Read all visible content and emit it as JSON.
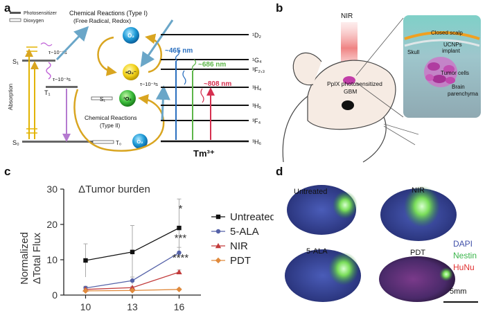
{
  "panels": {
    "a": "a",
    "b": "b",
    "c": "c",
    "d": "d"
  },
  "panel_a": {
    "legend_photosensitizer": "Photosensitizer",
    "legend_dioxygen": "Dioxygen",
    "type1_title": "Chemical Reactions (Type I)",
    "type1_sub": "(Free Radical, Redox)",
    "type2_title": "Chemical Reactions",
    "type2_sub": "(Type II)",
    "absorption": "Absorption",
    "S1": "S₁",
    "T1": "T₁",
    "S0": "S₀",
    "T0": "T₀",
    "S1b": "S₁",
    "tau_s1": "τ~10⁻⁹s",
    "tau_t1": "τ~10⁻³s",
    "tau_tm": "τ~10⁻³s",
    "o2": "O₂",
    "o2_rad": "•O₂⁻",
    "o2_singlet": "¹O₂",
    "o2_t0": "O₂",
    "wl_465": "~465 nm",
    "wl_686": "~686 nm",
    "wl_808": "~808 nm",
    "ion": "Tm³⁺",
    "levels": [
      "¹D₂",
      "¹G₄",
      "³F₂,₃",
      "³H₄",
      "³H₅",
      "³F₄",
      "³H₆"
    ]
  },
  "panel_b": {
    "nir": "NIR",
    "closed_scalp": "Closed scalp",
    "ucnps": "UCNPs",
    "implant": "implant",
    "skull": "Skull",
    "ppix": "PpIX photosensitized",
    "gbm": "GBM",
    "tumor_cells": "Tumor cells",
    "brain": "Brain",
    "parenchyma": "parenchyma"
  },
  "panel_c": {
    "chart_data": {
      "type": "line",
      "title": "ΔTumor burden",
      "ylabel_line1": "Normalized",
      "ylabel_line2": "ΔTotal Flux",
      "xlabel": "",
      "x": [
        10,
        13,
        16
      ],
      "xticks": [
        "10",
        "13",
        "16"
      ],
      "yticks": [
        "0",
        "10",
        "20",
        "30"
      ],
      "ylim": [
        0,
        30
      ],
      "xlim": [
        8.6,
        17.4
      ],
      "series": [
        {
          "name": "Untreated",
          "values": [
            9.8,
            12.2,
            19
          ],
          "err": [
            4.7,
            7.5,
            8.2
          ],
          "color": "#111111",
          "marker": "square"
        },
        {
          "name": "5-ALA",
          "values": [
            2,
            4.1,
            12
          ],
          "err": [
            0.5,
            1,
            1.5
          ],
          "color": "#5562a8",
          "marker": "circle"
        },
        {
          "name": "NIR",
          "values": [
            1.6,
            2.1,
            6.5
          ],
          "err": [
            0.3,
            0.3,
            0.6
          ],
          "color": "#c23b3b",
          "marker": "triangle"
        },
        {
          "name": "PDT",
          "values": [
            1.2,
            1.3,
            1.6
          ],
          "err": [
            0.2,
            0.3,
            0.3
          ],
          "color": "#e08a3c",
          "marker": "diamond"
        }
      ],
      "annotations": [
        {
          "x": 16,
          "y": 23.5,
          "text": "*"
        },
        {
          "x": 16,
          "y": 15.2,
          "text": "***"
        },
        {
          "x": 16,
          "y": 9.6,
          "text": "****"
        }
      ]
    }
  },
  "panel_d": {
    "untreated": "Untreated",
    "nir": "NIR",
    "ala": "5-ALA",
    "pdt": "PDT",
    "dapi": "DAPI",
    "nestin": "Nestin",
    "hunu": "HuNu",
    "scale": "5mm",
    "colors": {
      "dapi": "#3f4fa8",
      "nestin": "#39b54a",
      "hunu": "#e03030"
    }
  }
}
